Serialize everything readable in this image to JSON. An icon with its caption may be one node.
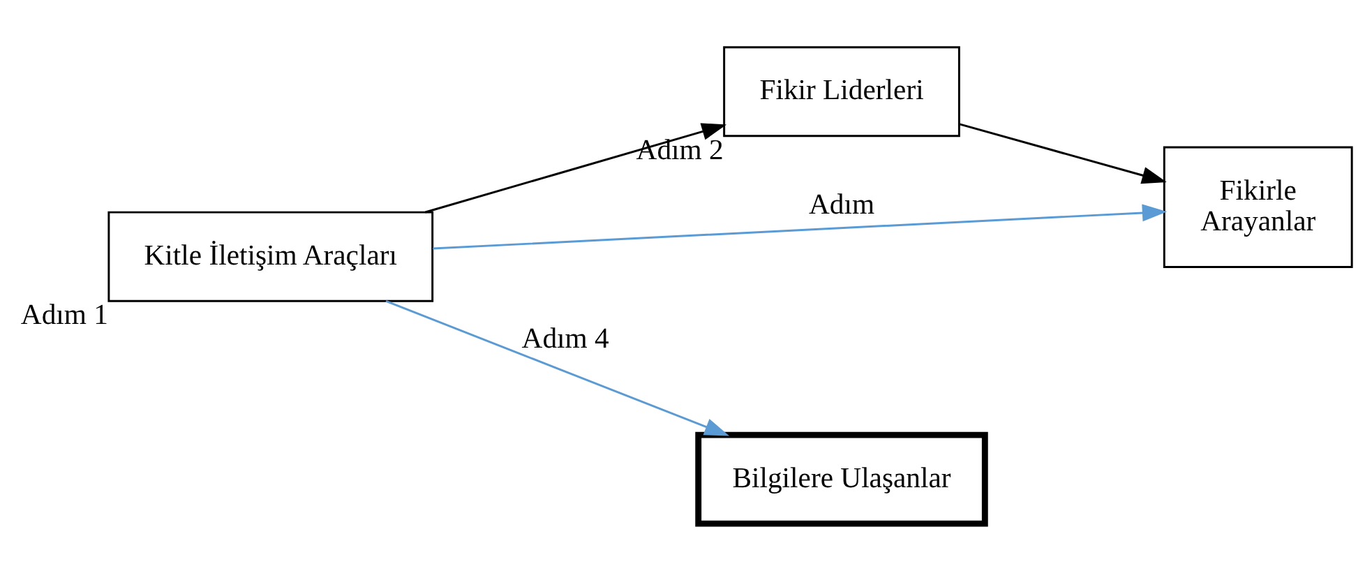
{
  "diagram": {
    "nodes": [
      {
        "text": [
          "Kitle İletişim Araçları"
        ],
        "beside": [
          "Adım 1"
        ]
      },
      {
        "text": [
          "Fikir Liderleri"
        ],
        "beside": [
          "Adım 2"
        ]
      },
      {
        "text": [
          "Fikirle",
          "Arayanlar"
        ]
      },
      {
        "text": [
          "Bilgilere Ulaşanlar"
        ]
      }
    ],
    "edges": [
      {
        "from": 0,
        "to": 1,
        "arrow": "to"
      },
      {
        "from": 1,
        "to": 2,
        "arrow": "to"
      },
      {
        "from": 0,
        "to": 2,
        "arrow": "to",
        "label": "Adım",
        "color": "#5b9bd5"
      },
      {
        "from": 0,
        "to": 3,
        "arrow": "to",
        "label": "Adım 4",
        "color": "#5b9bd5"
      }
    ]
  }
}
